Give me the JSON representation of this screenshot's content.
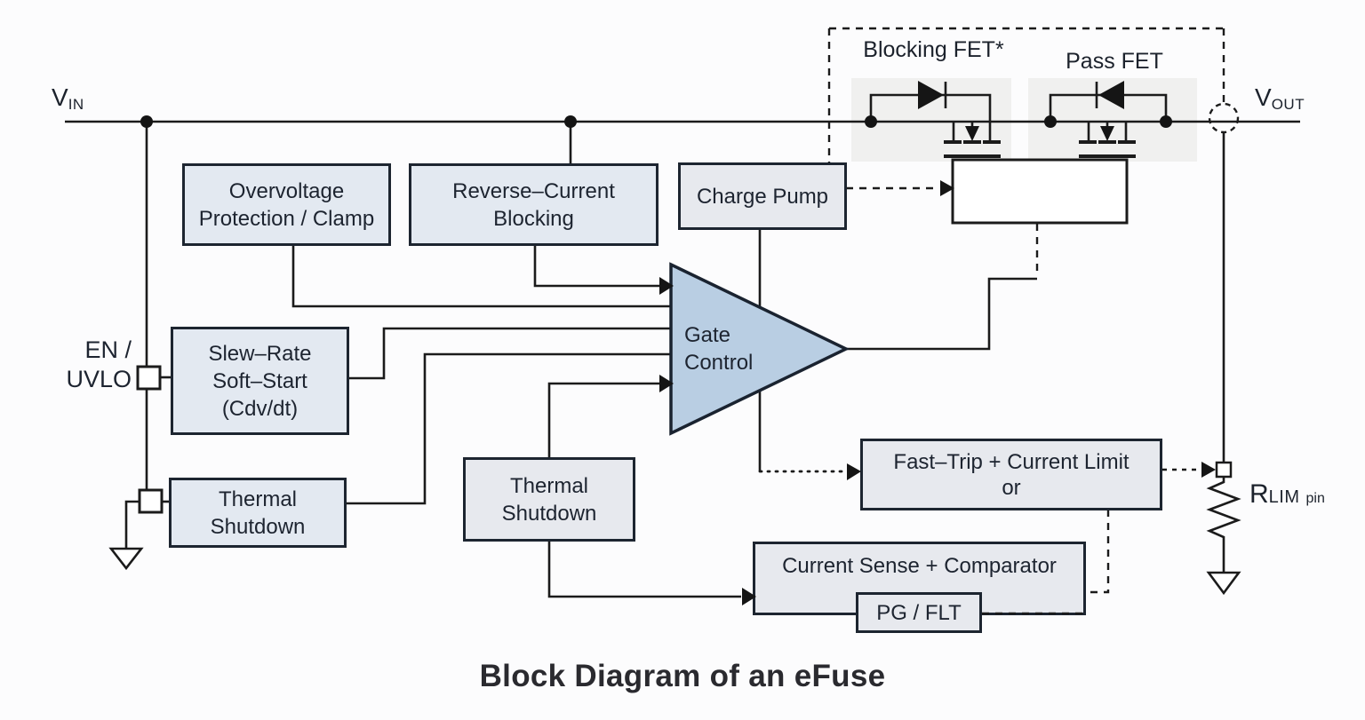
{
  "title": "Block Diagram of an eFuse",
  "io": {
    "vin_base": "V",
    "vin_sub": "IN",
    "vout_base": "V",
    "vout_sub": "OUT",
    "en_uvlo_line1": "EN /",
    "en_uvlo_line2": "UVLO",
    "rlim_base": "R",
    "rlim_sub": "LIM",
    "rlim_suffix": "pin"
  },
  "fets": {
    "blocking_label": "Blocking FET*",
    "pass_label": "Pass FET"
  },
  "blocks": {
    "ovp": {
      "line1": "Overvoltage",
      "line2": "Protection / Clamp"
    },
    "rcb": {
      "line1": "Reverse–Current",
      "line2": "Blocking"
    },
    "charge_pump": {
      "line1": "Charge Pump"
    },
    "slew_rate": {
      "line1": "Slew–Rate",
      "line2": "Soft–Start",
      "line3": "(Cdv/dt)"
    },
    "thermal_shutdown_left": {
      "line1": "Thermal",
      "line2": "Shutdown"
    },
    "thermal_shutdown_mid": {
      "line1": "Thermal",
      "line2": "Shutdown"
    },
    "gate_control": {
      "line1": "Gate",
      "line2": "Control"
    },
    "fast_trip": {
      "line1": "Fast–Trip + Current Limit",
      "line2": "or"
    },
    "current_sense": {
      "line1": "Current Sense + Comparator"
    },
    "pg_flt": {
      "line1": "PG / FLT"
    }
  },
  "colors": {
    "wire": "#1b1b1b",
    "box-border": "#1d2530",
    "box-fill": "#e3e9f1",
    "box-fill-alt": "#e7e9ee",
    "triangle-fill": "#b9cee3",
    "panel-fill": "#f0f0ef",
    "text": "#1d2430",
    "title": "#2a2a2f",
    "bg": "#fcfcfd"
  }
}
